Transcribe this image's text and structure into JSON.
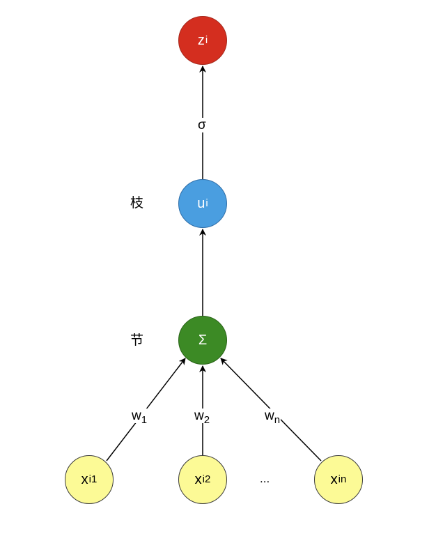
{
  "colors": {
    "output_node": "#d42e1f",
    "output_border": "#a5281c",
    "activation_node": "#4a9ee0",
    "activation_border": "#2f6ea8",
    "sum_node": "#3c8a25",
    "sum_border": "#2a6418",
    "input_node": "#fcfa96",
    "input_border": "#3a3a3a",
    "edge": "#000000"
  },
  "nodes": {
    "output": {
      "var": "z",
      "sub": "i"
    },
    "activation": {
      "var": "u",
      "sub": "i"
    },
    "sum": {
      "symbol": "Σ"
    },
    "inputs": [
      {
        "var": "x",
        "sub": "i1"
      },
      {
        "var": "x",
        "sub": "i2"
      },
      {
        "var": "x",
        "sub": "in"
      }
    ]
  },
  "edges": {
    "activation_label": "σ",
    "weights": [
      {
        "var": "w",
        "sub": "1"
      },
      {
        "var": "w",
        "sub": "2"
      },
      {
        "var": "w",
        "sub": "n"
      }
    ]
  },
  "side_labels": {
    "branch": "枝",
    "node": "节"
  },
  "ellipsis": "..."
}
